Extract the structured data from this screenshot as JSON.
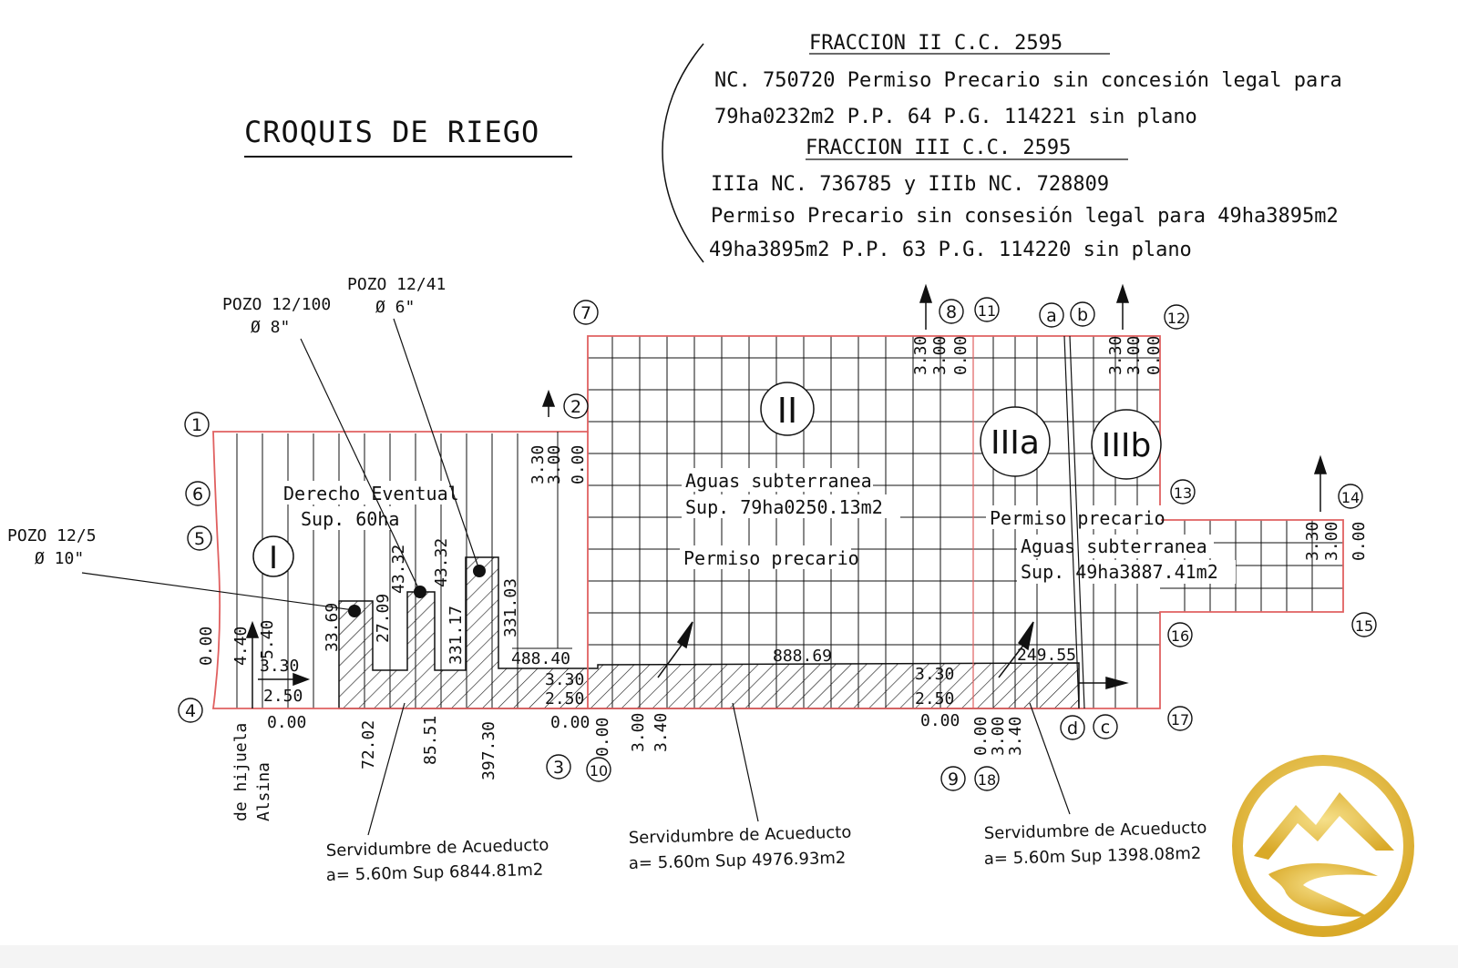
{
  "title": "CROQUIS DE RIEGO",
  "header": {
    "frac2_heading": "FRACCION II       C.C. 2595",
    "frac2_line1": "NC. 750720 Permiso Precario sin concesión legal para",
    "frac2_line2": "79ha0232m2   P.P. 64     P.G. 114221     sin plano",
    "frac3_heading": "FRACCION III        C.C. 2595",
    "frac3_line1": "IIIa   NC. 736785     y IIIb   NC. 728809",
    "frac3_line2": "Permiso Precario sin consesión legal para 49ha3895m2",
    "frac3_line3": "49ha3895m2   P.P. 63     P.G. 114220     sin plano"
  },
  "wells": [
    {
      "name": "POZO 12/100",
      "diam": "Ø 8\""
    },
    {
      "name": "POZO 12/41",
      "diam": "Ø 6\""
    },
    {
      "name": "POZO 12/5",
      "diam": "Ø 10\""
    }
  ],
  "zones": {
    "I": {
      "label": "I",
      "text1": "Derecho Eventual",
      "text2": "Sup. 60ha"
    },
    "II": {
      "label": "II",
      "text1": "Aguas subterranea",
      "text2": "Sup. 79ha0250.13m2",
      "text3": "Permiso precario"
    },
    "IIIa": {
      "label": "IIIa"
    },
    "IIIb": {
      "label": "IIIb"
    },
    "III": {
      "text1": "Permiso precario",
      "text2": "Aguas subterranea",
      "text3": "Sup. 49ha3887.41m2"
    }
  },
  "points": [
    "1",
    "2",
    "3",
    "4",
    "5",
    "6",
    "7",
    "8",
    "9",
    "10",
    "11",
    "12",
    "13",
    "14",
    "15",
    "16",
    "17",
    "18",
    "a",
    "b",
    "c",
    "d"
  ],
  "dims": {
    "d_000": "0.00",
    "d_330": "3.30",
    "d_300": "3.00",
    "d_250": "2.50",
    "d_340": "3.40",
    "d_440": "4.40",
    "d_540": "5.40",
    "d_3369": "33.69",
    "d_2709": "27.09",
    "d_4332": "43.32",
    "d_33117": "331.17",
    "d_33103": "331.03",
    "d_48840": "488.40",
    "d_88869": "888.69",
    "d_24955": "249.55",
    "d_7202": "72.02",
    "d_8551": "85.51",
    "d_39730": "397.30"
  },
  "hijuela": {
    "line1": "de hijuela",
    "line2": "Alsina"
  },
  "servidumbres": [
    {
      "line1": "Servidumbre de Acueducto",
      "line2": "a= 5.60m  Sup  6844.81m2"
    },
    {
      "line1": "Servidumbre de Acueducto",
      "line2": "a= 5.60m  Sup  4976.93m2"
    },
    {
      "line1": "Servidumbre de Acueducto",
      "line2": "a= 5.60m  Sup  1398.08m2"
    }
  ],
  "colors": {
    "boundary": "#e06060",
    "ink": "#111111",
    "logo_gold": "#e7bf3a"
  },
  "logo": {
    "name": "mountain-logo-icon"
  }
}
